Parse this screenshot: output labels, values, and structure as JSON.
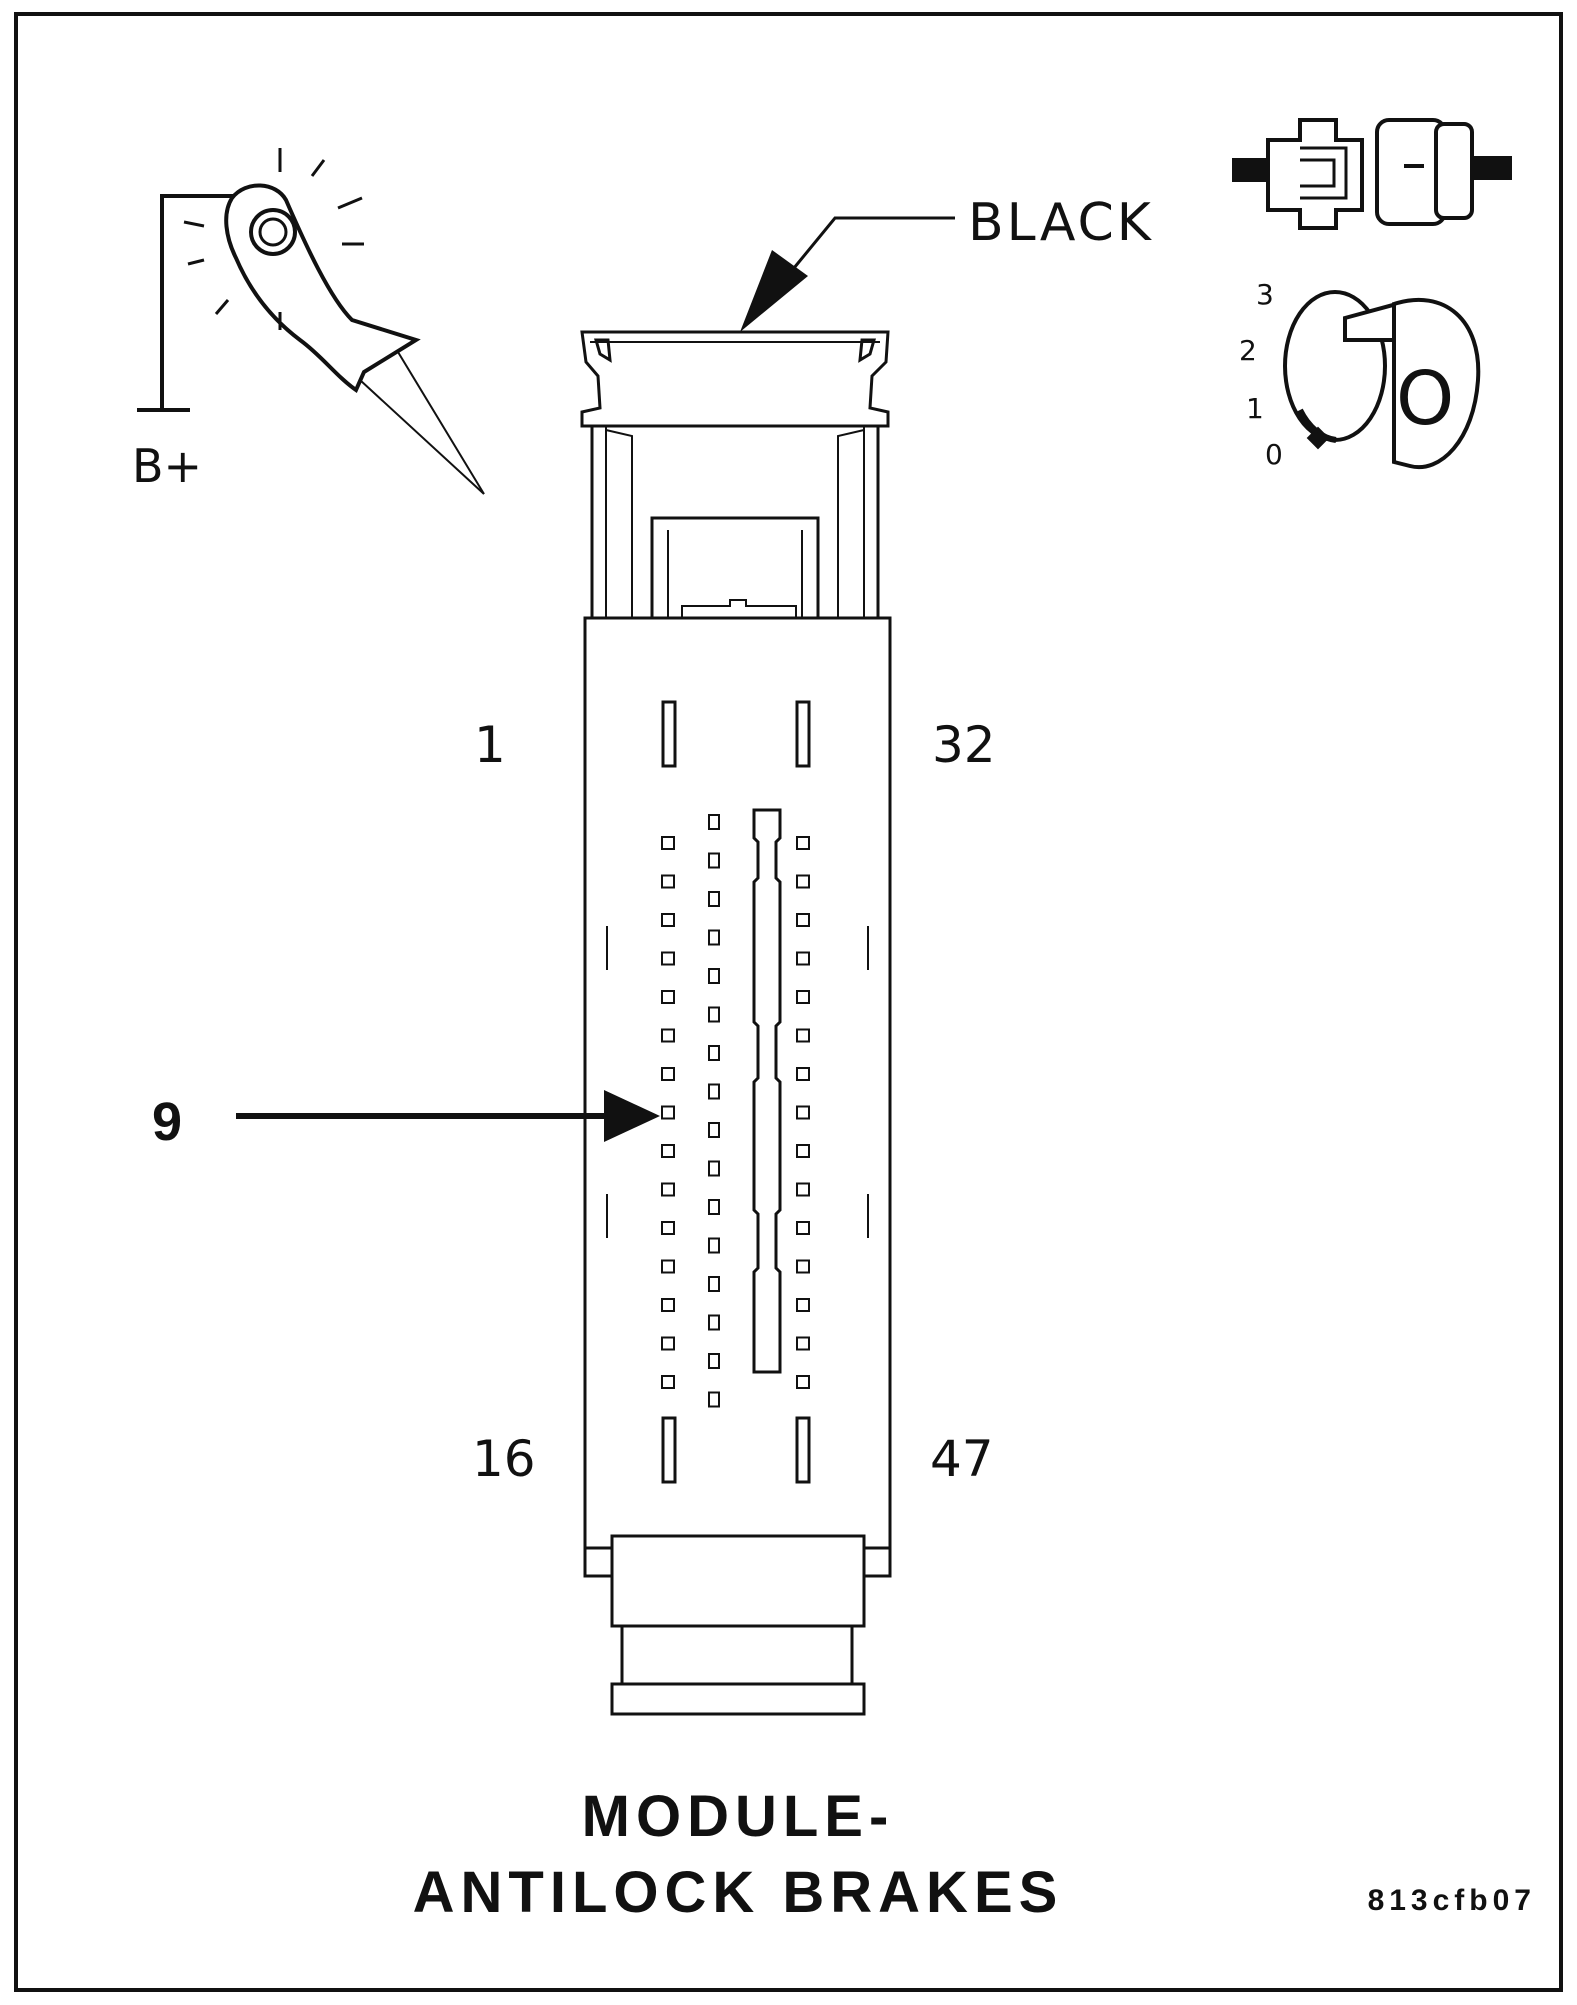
{
  "diagram": {
    "title_line1": "MODULE-",
    "title_line2": "ANTILOCK BRAKES",
    "figure_id": "813cfb07",
    "connector_color_label": "BLACK",
    "power_label": "B+",
    "callout_number": "9",
    "pin_labels": {
      "top_left": "1",
      "top_right": "32",
      "bottom_left": "16",
      "bottom_right": "47"
    },
    "ignition_positions": [
      "3",
      "2",
      "1",
      "0"
    ],
    "key_letter": "O"
  }
}
